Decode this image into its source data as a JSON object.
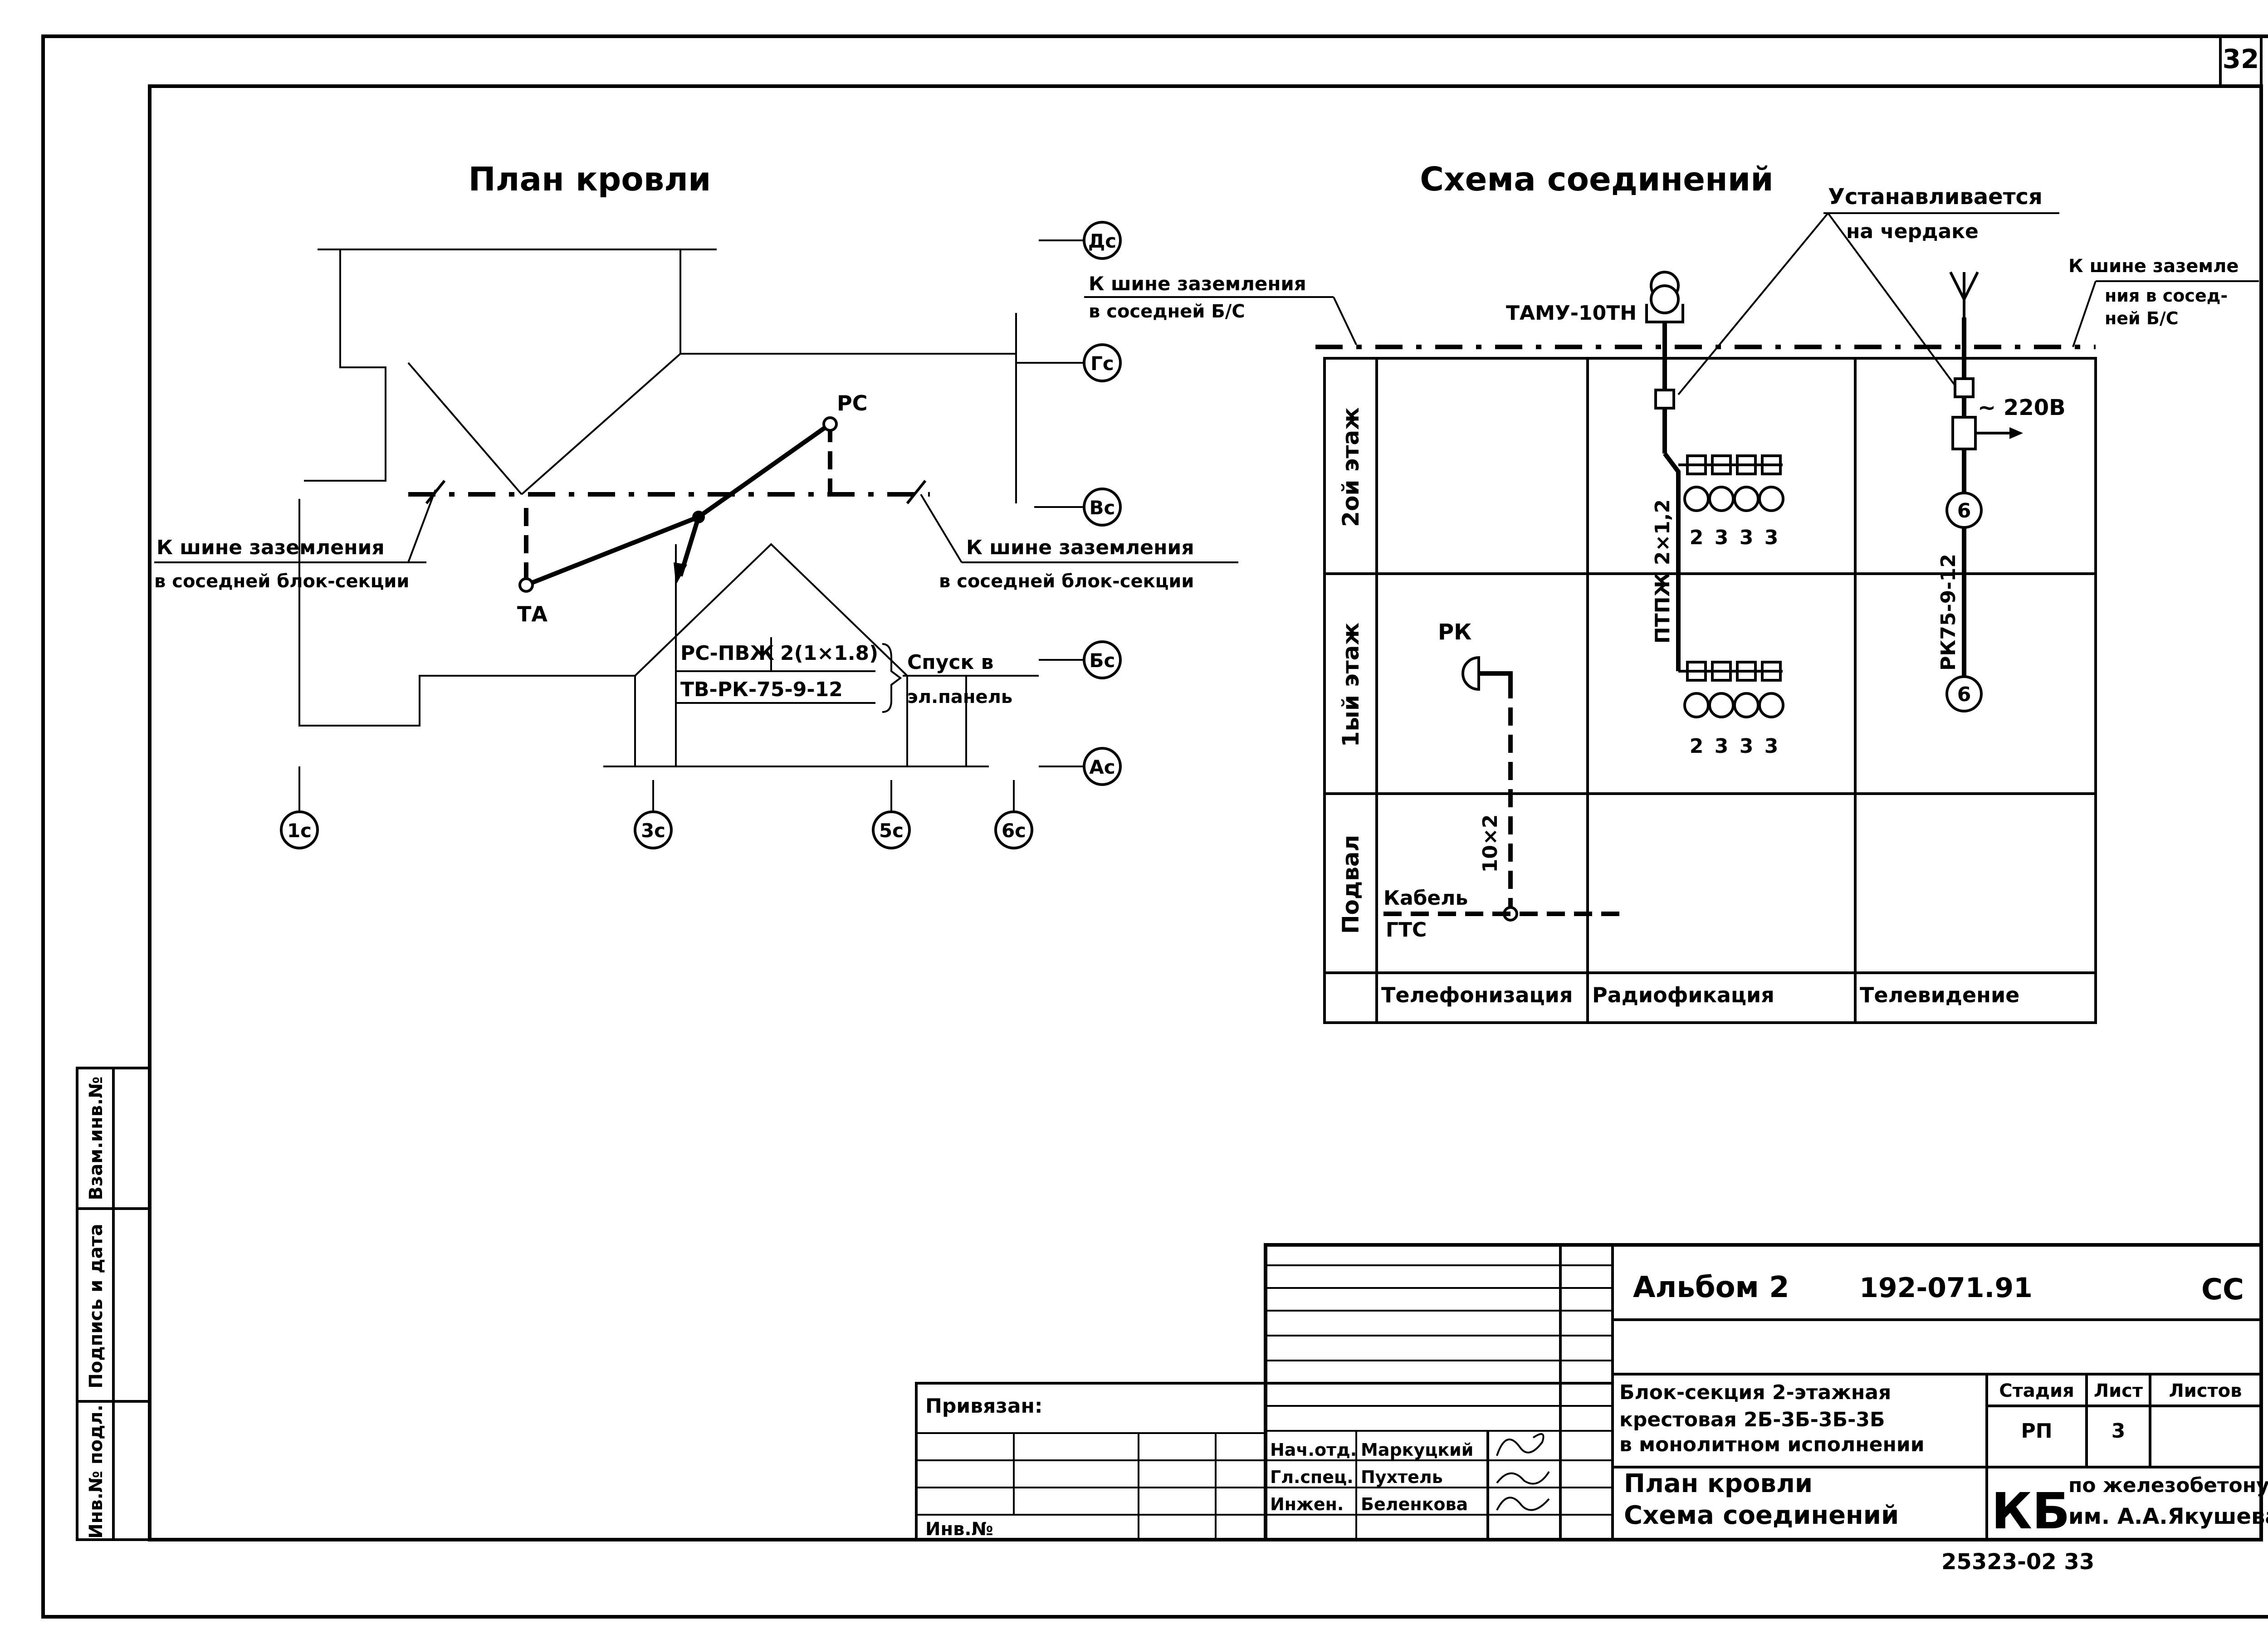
{
  "sheet": {
    "sheet_number": "32",
    "bottom_code": "25323-02  33"
  },
  "roof_plan": {
    "title": "План кровли",
    "grid_axes_rows": [
      "Дс",
      "Гс",
      "Вс",
      "Бс",
      "Ас"
    ],
    "grid_axes_cols": [
      "1с",
      "3с",
      "5с",
      "6с"
    ],
    "label_left_line1": "К шине заземления",
    "label_left_line2": "в соседней блок-секции",
    "label_right_line1": "К шине заземления",
    "label_right_line2": "в соседней блок-секции",
    "point_rc": "РС",
    "point_ta": "ТА",
    "cable_1_code": "РС-ПВЖ",
    "cable_1_spec": "2(1×1.8)",
    "cable_2_code": "ТВ-РК-75-9-12",
    "descent_line1": "Спуск в",
    "descent_line2": "эл.панель"
  },
  "connections": {
    "title": "Схема соединений",
    "installed_line1": "Устанавливается",
    "installed_line2": "на чердаке",
    "ground_left_line1": "К шине заземления",
    "ground_left_line2": "в соседней Б/С",
    "ground_right_line1": "К шине заземле",
    "ground_right_line2": "ния в сосед-",
    "ground_right_line3": "ней Б/С",
    "device_label": "ТАМУ-10ТН",
    "voltage": "~ 220В",
    "floor_2": "2ой этаж",
    "floor_1": "1ый этаж",
    "floor_basement": "Подвал",
    "rk_label": "РК",
    "cable_10x2": "10×2",
    "cable_gts_line1": "Кабель",
    "cable_gts_line2": "ГТС",
    "radio_cable": "ПТПЖ 2×1,2",
    "tv_cable": "РК75-9-12",
    "tv_node": "6",
    "socket_numbers": [
      "2",
      "3",
      "3",
      "3"
    ],
    "col_phone": "Телефонизация",
    "col_radio": "Радиофикация",
    "col_tv": "Телевидение"
  },
  "side_stamp": {
    "field_1": "Взам.инв.№",
    "field_2": "Подпись и дата",
    "field_3": "Инв.№ подл."
  },
  "title_block": {
    "album": "Альбом 2",
    "doc_code": "192-071.91",
    "mark": "СС",
    "bound_label": "Привязан:",
    "inv_label": "Инв.№",
    "roles": [
      "Нач.отд.",
      "Гл.спец.",
      "Инжен."
    ],
    "names": [
      "Маркуцкий",
      "Пухтель",
      "Беленкова"
    ],
    "desc_line1": "Блок-секция 2-этажная",
    "desc_line2": "крестовая 2Б-3Б-3Б-3Б",
    "desc_line3": "в монолитном исполнении",
    "sheet_title_line1": "План кровли",
    "sheet_title_line2": "Схема соединений",
    "stage_header": "Стадия",
    "sheet_header": "Лист",
    "sheets_header": "Листов",
    "stage_value": "РП",
    "sheet_value": "3",
    "sheets_value": "",
    "org_logo": "КБ",
    "org_line1": "по железобетону",
    "org_line2": "им. А.А.Якушева"
  }
}
